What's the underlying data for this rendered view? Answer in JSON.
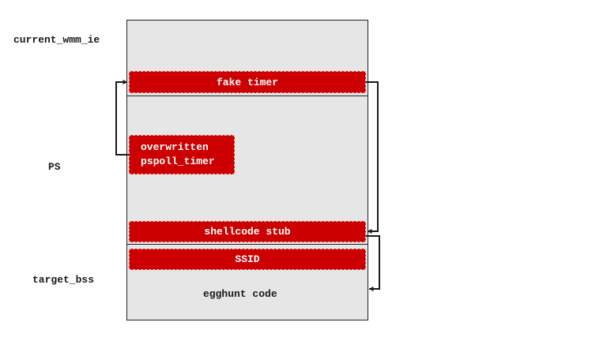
{
  "labels": {
    "current_wmm_ie": "current_wmm_ie",
    "ps": "PS",
    "target_bss": "target_bss"
  },
  "regions": {
    "fake_timer": "fake timer",
    "overwritten_pspoll_timer": "overwritten\npspoll_timer",
    "shellcode_stub": "shellcode stub",
    "ssid": "SSID",
    "egghunt_code": "egghunt code"
  },
  "colors": {
    "region_fill": "#cc0000",
    "block_fill": "#e6e6e6",
    "line": "#1a1a1a"
  }
}
